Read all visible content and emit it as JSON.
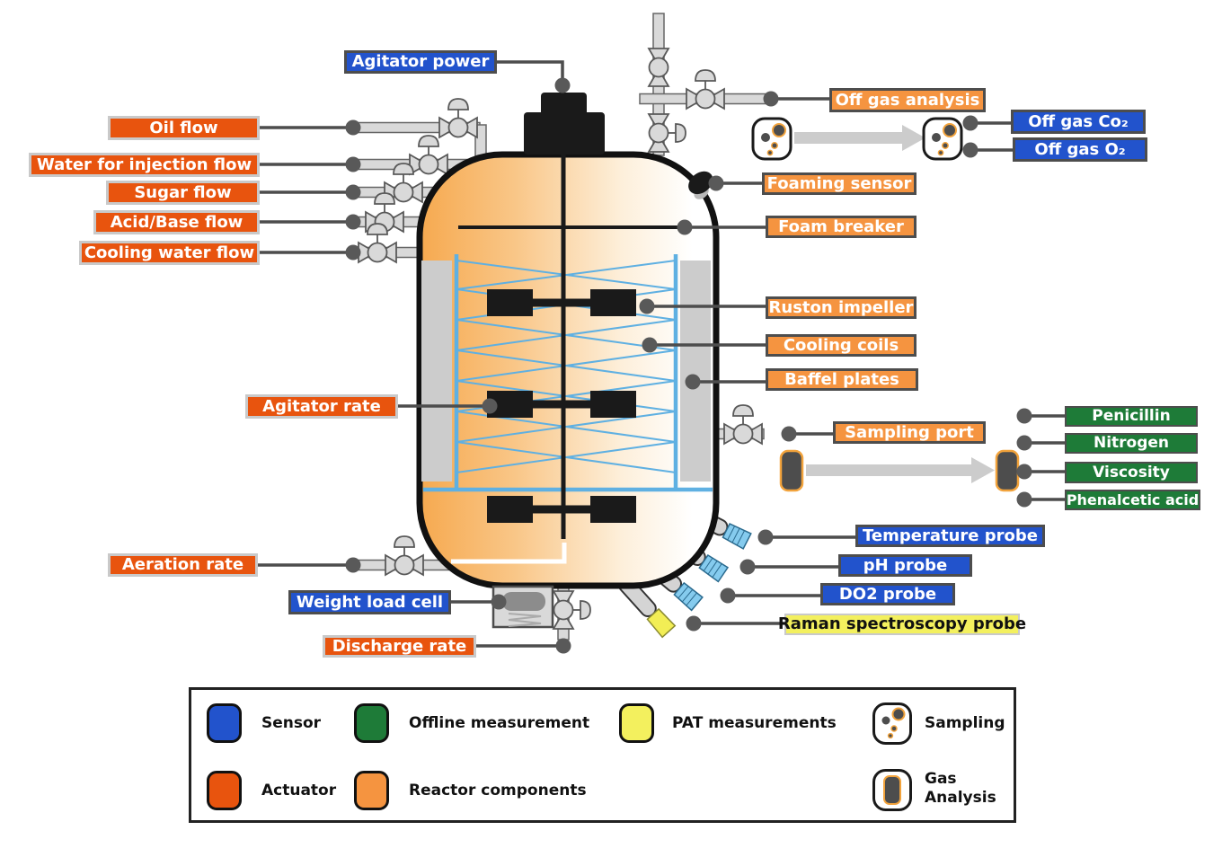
{
  "labels": {
    "agitator_power": "Agitator power",
    "oil_flow": "Oil flow",
    "water_injection_flow": "Water for injection flow",
    "sugar_flow": "Sugar flow",
    "acid_base_flow": "Acid/Base flow",
    "cooling_water_flow": "Cooling water flow",
    "agitator_rate": "Agitator rate",
    "aeration_rate": "Aeration rate",
    "weight_load_cell": "Weight load cell",
    "discharge_rate": "Discharge rate",
    "off_gas_analysis": "Off gas analysis",
    "off_gas_co2": "Off gas Co₂",
    "off_gas_o2": "Off gas O₂",
    "foaming_sensor": "Foaming sensor",
    "foam_breaker": "Foam breaker",
    "ruston_impeller": "Ruston impeller",
    "cooling_coils": "Cooling coils",
    "baffel_plates": "Baffel plates",
    "sampling_port": "Sampling port",
    "penicillin": "Penicillin",
    "nitrogen": "Nitrogen",
    "viscosity": "Viscosity",
    "phenalcetic_acid": "Phenalcetic acid",
    "temperature_probe": "Temperature probe",
    "ph_probe": "pH probe",
    "do2_probe": "DO2 probe",
    "raman_probe": "Raman spectroscopy probe"
  },
  "legend": {
    "sensor": "Sensor",
    "offline_measurement": "Offline measurement",
    "pat_measurements": "PAT measurements",
    "sampling": "Sampling",
    "actuator": "Actuator",
    "reactor_components": "Reactor components",
    "gas_analysis_line1": "Gas",
    "gas_analysis_line2": "Analysis"
  },
  "colors": {
    "sensor_blue": "#2253CC",
    "actuator_orange_red": "#E8540E",
    "reactor_component_orange": "#F59440",
    "offline_green": "#1E7B38",
    "pat_yellow": "#F3F05E",
    "vessel_orange": "#F6AC55",
    "coil_blue": "#5FB0E2",
    "pipe_gray": "#D9D9D9",
    "connector_gray": "#4D4D4D",
    "vial_outline_orange": "#F2A33C"
  }
}
